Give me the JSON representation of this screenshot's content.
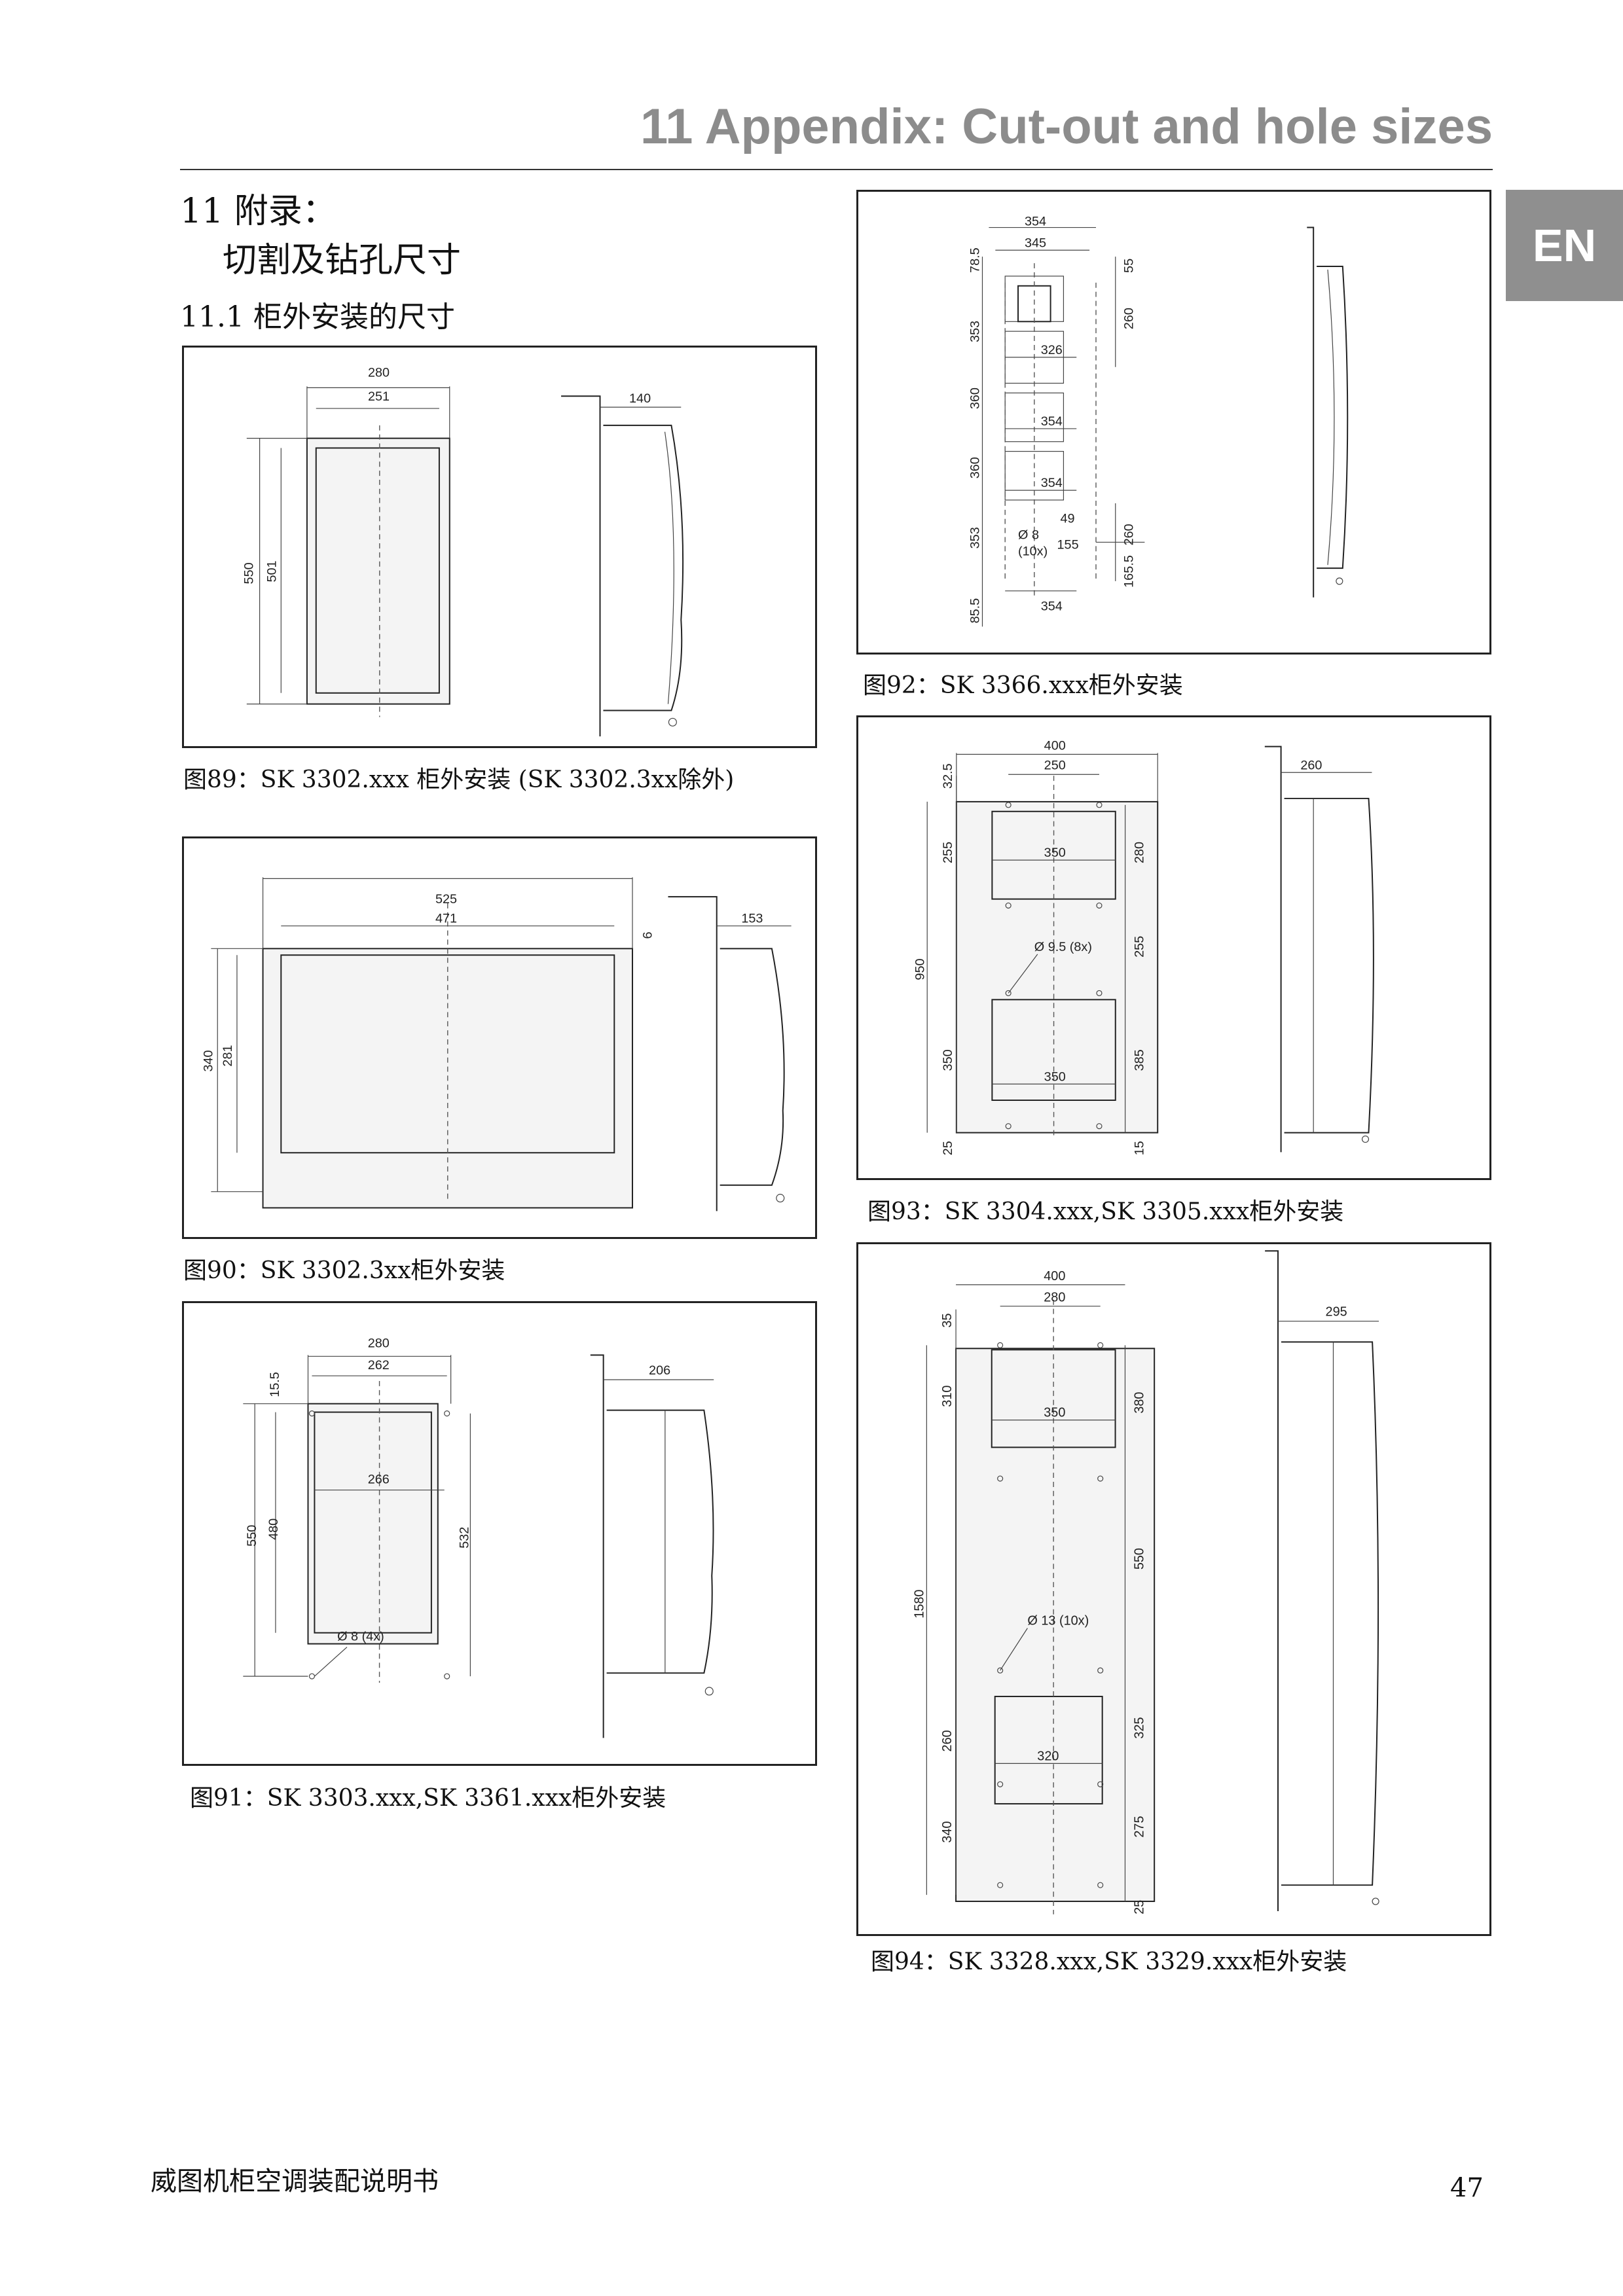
{
  "header": {
    "title": "11 Appendix: Cut-out and hole sizes",
    "lang_tab": "EN"
  },
  "section": {
    "title_line1": "11 附录：",
    "title_line2": "切割及钻孔尺寸",
    "subsection": "11.1 柜外安装的尺寸"
  },
  "figures": {
    "f89": {
      "caption": "图89：SK 3302.xxx 柜外安装 (SK 3302.3xx除外)",
      "dims": [
        "280",
        "251",
        "140",
        "550",
        "501"
      ]
    },
    "f90": {
      "caption": "图90：SK 3302.3xx柜外安装",
      "dims": [
        "525",
        "471",
        "153",
        "6",
        "340",
        "281"
      ]
    },
    "f91": {
      "caption": "图91：SK 3303.xxx,SK 3361.xxx柜外安装",
      "dims": [
        "280",
        "262",
        "15.5",
        "266",
        "550",
        "480",
        "532",
        "206",
        "Ø 8 (4x)"
      ]
    },
    "f92": {
      "caption": "图92：SK 3366.xxx柜外安装",
      "dims": [
        "354",
        "345",
        "78.5",
        "55",
        "353",
        "260",
        "326",
        "360",
        "354",
        "360",
        "354",
        "353",
        "49",
        "260",
        "Ø 8",
        "(10x)",
        "155",
        "165.5",
        "85.5",
        "354"
      ]
    },
    "f93": {
      "caption": "图93：SK 3304.xxx,SK 3305.xxx柜外安装",
      "dims": [
        "400",
        "250",
        "32.5",
        "260",
        "255",
        "350",
        "280",
        "Ø 9.5 (8x)",
        "255",
        "950",
        "350",
        "350",
        "385",
        "25",
        "15"
      ]
    },
    "f94": {
      "caption": "图94：SK 3328.xxx,SK 3329.xxx柜外安装",
      "dims": [
        "400",
        "280",
        "35",
        "295",
        "310",
        "350",
        "380",
        "550",
        "1580",
        "Ø 13 (10x)",
        "260",
        "320",
        "325",
        "340",
        "275",
        "25"
      ]
    }
  },
  "footer": {
    "doc_title": "威图机柜空调装配说明书",
    "page_number": "47"
  }
}
